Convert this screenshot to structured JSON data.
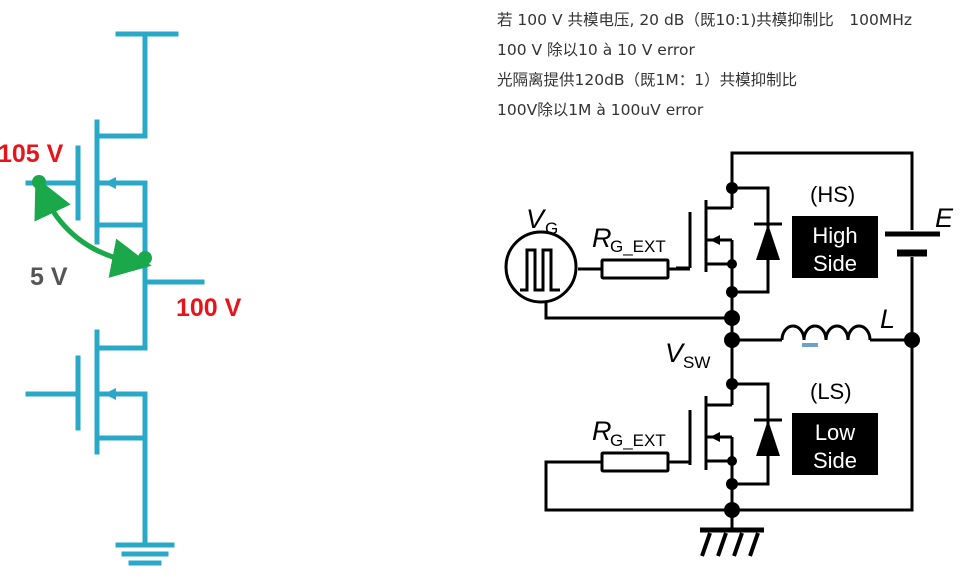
{
  "notes": [
    "若 100 V 共模电压, 20 dB（既10:1)共模抑制比　100MHz",
    "100 V  除以10 à 10 V error",
    "光隔离提供120dB（既1M：1）共模抑制比",
    "100V除以1M à 100uV error"
  ],
  "left_circuit": {
    "gate_voltage_label": "105 V",
    "vgs_label": "5 V",
    "source_voltage_label": "100 V",
    "colors": {
      "wire": "#29a8c8",
      "red": "#e8141c",
      "green": "#1aa84a",
      "gray": "#555555"
    }
  },
  "right_circuit": {
    "vg": {
      "main": "V",
      "sub": "G"
    },
    "rg_top": {
      "main": "R",
      "sub": "G_EXT"
    },
    "rg_bottom": {
      "main": "R",
      "sub": "G_EXT"
    },
    "hs_tag": "(HS)",
    "hs_box": [
      "High",
      "Side"
    ],
    "ls_tag": "(LS)",
    "ls_box": [
      "Low",
      "Side"
    ],
    "vsw": {
      "main": "V",
      "sub": "SW"
    },
    "inductor_label": "L",
    "supply_label": "E",
    "colors": {
      "wire": "#000000",
      "box": "#000000",
      "inductor_marker": "#6fa0c8"
    }
  }
}
